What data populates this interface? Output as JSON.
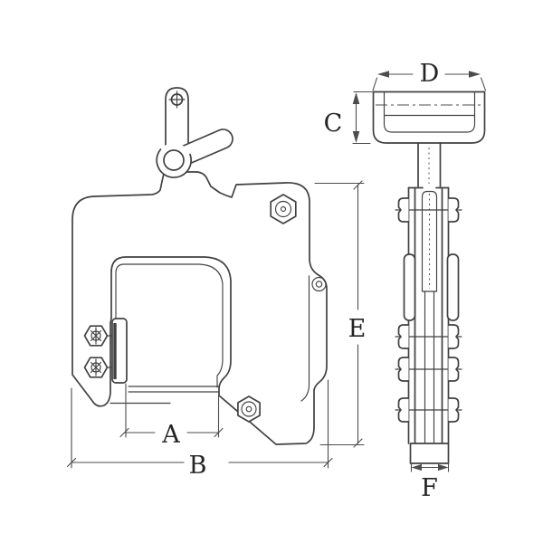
{
  "background_color": "#ffffff",
  "line_color": "#414141",
  "label_color": "#242424",
  "dimensions": {
    "jaw_opening": "A",
    "overall_width": "B",
    "saddle_height": "C",
    "saddle_width": "D",
    "body_height": "E",
    "foot_width": "F"
  }
}
